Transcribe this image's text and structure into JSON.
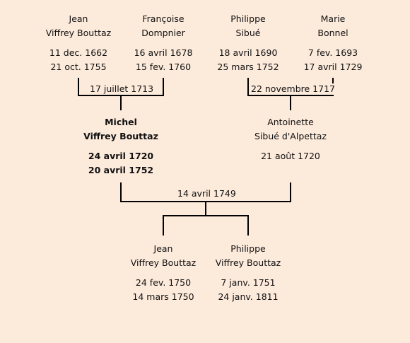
{
  "people": {
    "p1": {
      "given": "Jean",
      "surname": "Viffrey Bouttaz",
      "birth": "11 dec. 1662",
      "death": "21 oct. 1755"
    },
    "p2": {
      "given": "Françoise",
      "surname": "Dompnier",
      "birth": "16 avril 1678",
      "death": "15 fev. 1760"
    },
    "p3": {
      "given": "Philippe",
      "surname": "Sibué",
      "birth": "18 avril 1690",
      "death": "25 mars 1752"
    },
    "p4": {
      "given": "Marie",
      "surname": "Bonnel",
      "birth": "7 fev. 1693",
      "death": "17 avril 1729"
    },
    "p5": {
      "given": "Michel",
      "surname": "Viffrey Bouttaz",
      "birth": "24 avril 1720",
      "death": "20 avril 1752"
    },
    "p6": {
      "given": "Antoinette",
      "surname": "Sibué d'Alpettaz",
      "birth": "21 août 1720",
      "death": ""
    },
    "p7": {
      "given": "Jean",
      "surname": "Viffrey Bouttaz",
      "birth": "24 fev. 1750",
      "death": "14 mars 1750"
    },
    "p8": {
      "given": "Philippe",
      "surname": "Viffrey Bouttaz",
      "birth": "7 janv. 1751",
      "death": "24 janv. 1811"
    }
  },
  "marriages": {
    "m1": "17 juillet 1713",
    "m2": "22 novembre 1717",
    "m3": "14 avril 1749"
  },
  "colors": {
    "background": "#fceadb",
    "line": "#000000"
  }
}
